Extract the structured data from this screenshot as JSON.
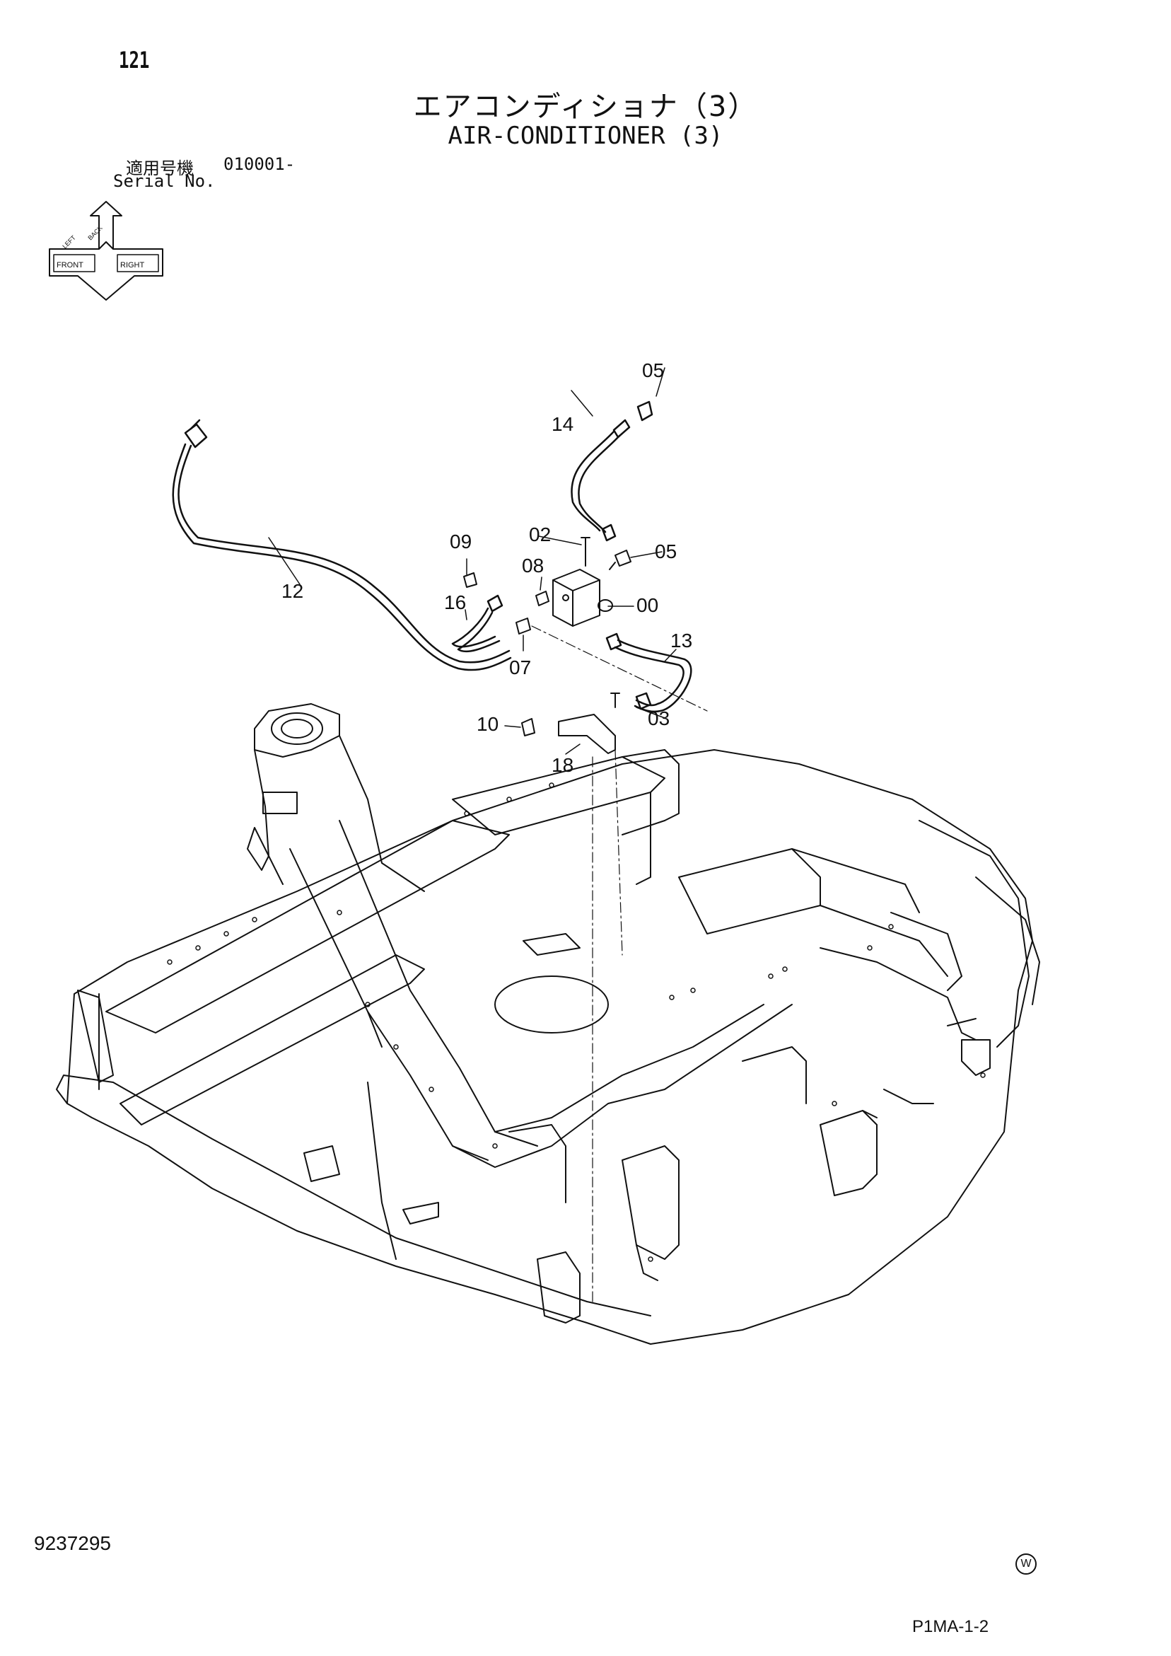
{
  "page": {
    "number": "121",
    "title_jp": "エアコンディショナ（3）",
    "title_en": "AIR-CONDITIONER (3)",
    "serial_label_jp": "適用号機",
    "serial_value": "010001-",
    "serial_label_en": "Serial No.",
    "doc_number": "9237295",
    "sheet_code": "P1MA-1-2",
    "corner_mark": "W"
  },
  "orientation_icon": {
    "labels": [
      "BACK",
      "LEFT",
      "FRONT",
      "RIGHT"
    ]
  },
  "callouts": {
    "c00": "00",
    "c02": "02",
    "c03": "03",
    "c05a": "05",
    "c05b": "05",
    "c07": "07",
    "c08": "08",
    "c09": "09",
    "c10": "10",
    "c12": "12",
    "c13": "13",
    "c14": "14",
    "c16": "16",
    "c18": "18"
  }
}
